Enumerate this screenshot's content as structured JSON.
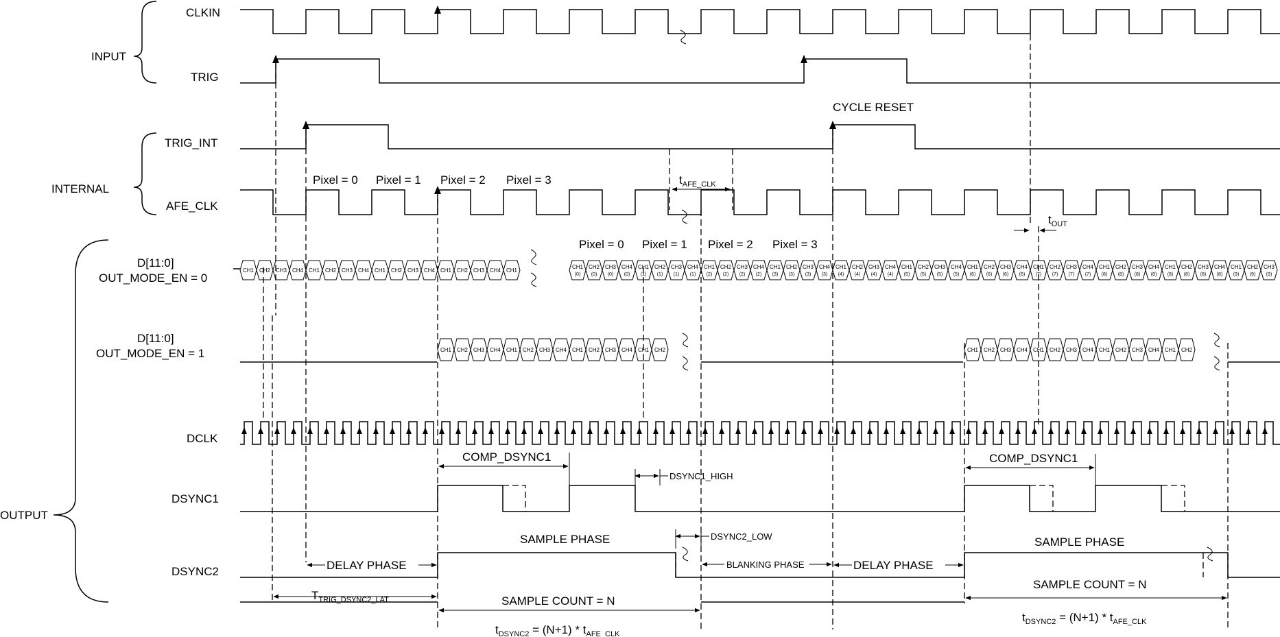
{
  "groups": {
    "input": "INPUT",
    "internal": "INTERNAL",
    "output": "OUTPUT"
  },
  "signals": {
    "clkin": "CLKIN",
    "trig": "TRIG",
    "trig_int": "TRIG_INT",
    "afe_clk": "AFE_CLK",
    "d0_line1": "D[11:0]",
    "d0_line2": "OUT_MODE_EN = 0",
    "d1_line1": "D[11:0]",
    "d1_line2": "OUT_MODE_EN = 1",
    "dclk": "DCLK",
    "dsync1": "DSYNC1",
    "dsync2": "DSYNC2"
  },
  "annotations": {
    "cycle_reset": "CYCLE RESET",
    "afe_pixels": [
      "Pixel = 0",
      "Pixel = 1",
      "Pixel = 2",
      "Pixel = 3"
    ],
    "data_pixels": [
      "Pixel = 0",
      "Pixel = 1",
      "Pixel = 2",
      "Pixel = 3"
    ],
    "t_afe_clk": {
      "main": "t",
      "sub": "AFE_CLK"
    },
    "t_out": {
      "main": "t",
      "sub": "OUT"
    },
    "comp_dsync1_a": "COMP_DSYNC1",
    "comp_dsync1_b": "COMP_DSYNC1",
    "dsync1_high": "DSYNC1_HIGH",
    "dsync2_low": "DSYNC2_LOW",
    "sample_phase_a": "SAMPLE PHASE",
    "sample_phase_b": "SAMPLE PHASE",
    "delay_phase_a": "DELAY PHASE",
    "delay_phase_b": "DELAY PHASE",
    "blanking_phase": "BLANKING PHASE",
    "sample_count_a": "SAMPLE COUNT = N",
    "sample_count_b": "SAMPLE COUNT = N",
    "t_trig_lat": {
      "main": "T",
      "sub": "TRIG_DSYNC2_LAT"
    },
    "t_dsync2_a": {
      "main": "t",
      "sub": "DSYNC2",
      "mid": " = (N+1) * t",
      "sub2": "AFE_CLK"
    },
    "t_dsync2_b": {
      "main": "t",
      "sub": "DSYNC2",
      "mid": " = (N+1) * t",
      "sub2": "AFE_CLK"
    }
  },
  "data_bus": {
    "out0_pre_cells": [
      "CH1",
      "CH2",
      "CH3",
      "CH4",
      "CH1",
      "CH2",
      "CH3",
      "CH4",
      "CH1",
      "CH2",
      "CH3",
      "CH4",
      "CH1",
      "CH2",
      "CH3",
      "CH4",
      "CH1"
    ],
    "out0_post_cells": [
      "CH1",
      "CH2",
      "CH3",
      "CH4",
      "CH1",
      "CH2",
      "CH3",
      "CH4",
      "CH1",
      "CH2",
      "CH3",
      "CH4",
      "CH1",
      "CH2",
      "CH3",
      "CH4",
      "CH1",
      "CH2",
      "CH3",
      "CH4",
      "CH1",
      "CH2",
      "CH3",
      "CH4",
      "CH1",
      "CH2",
      "CH3",
      "CH4",
      "CH1",
      "CH2",
      "CH3",
      "CH4",
      "CH1",
      "CH2",
      "CH3",
      "CH4",
      "CH1",
      "CH2",
      "CH3",
      "CH4",
      "CH1",
      "CH2",
      "CH3"
    ],
    "out0_post_idx": [
      "(0)",
      "(0)",
      "(0)",
      "(0)",
      "(1)",
      "(1)",
      "(1)",
      "(1)",
      "(2)",
      "(2)",
      "(2)",
      "(2)",
      "(3)",
      "(3)",
      "(3)",
      "(3)",
      "(4)",
      "(4)",
      "(4)",
      "(4)",
      "(5)",
      "(5)",
      "(5)",
      "(5)",
      "(6)",
      "(6)",
      "(6)",
      "(6)",
      "(7)",
      "(7)",
      "(7)",
      "(7)",
      "(8)",
      "(8)",
      "(8)",
      "(8)",
      "(8)",
      "(8)",
      "(8)",
      "(8)",
      "(9)",
      "(9)",
      "(9)"
    ],
    "out1_cells_a": [
      "CH1",
      "CH2",
      "CH3",
      "CH4",
      "CH1",
      "CH2",
      "CH3",
      "CH4",
      "CH1",
      "CH2",
      "CH3",
      "CH4",
      "CH1",
      "CH2"
    ],
    "out1_cells_b": [
      "CH1",
      "CH2",
      "CH3",
      "CH4",
      "CH1",
      "CH2",
      "CH3",
      "CH4",
      "CH1",
      "CH2",
      "CH3",
      "CH4",
      "CH1",
      "CH2"
    ]
  }
}
